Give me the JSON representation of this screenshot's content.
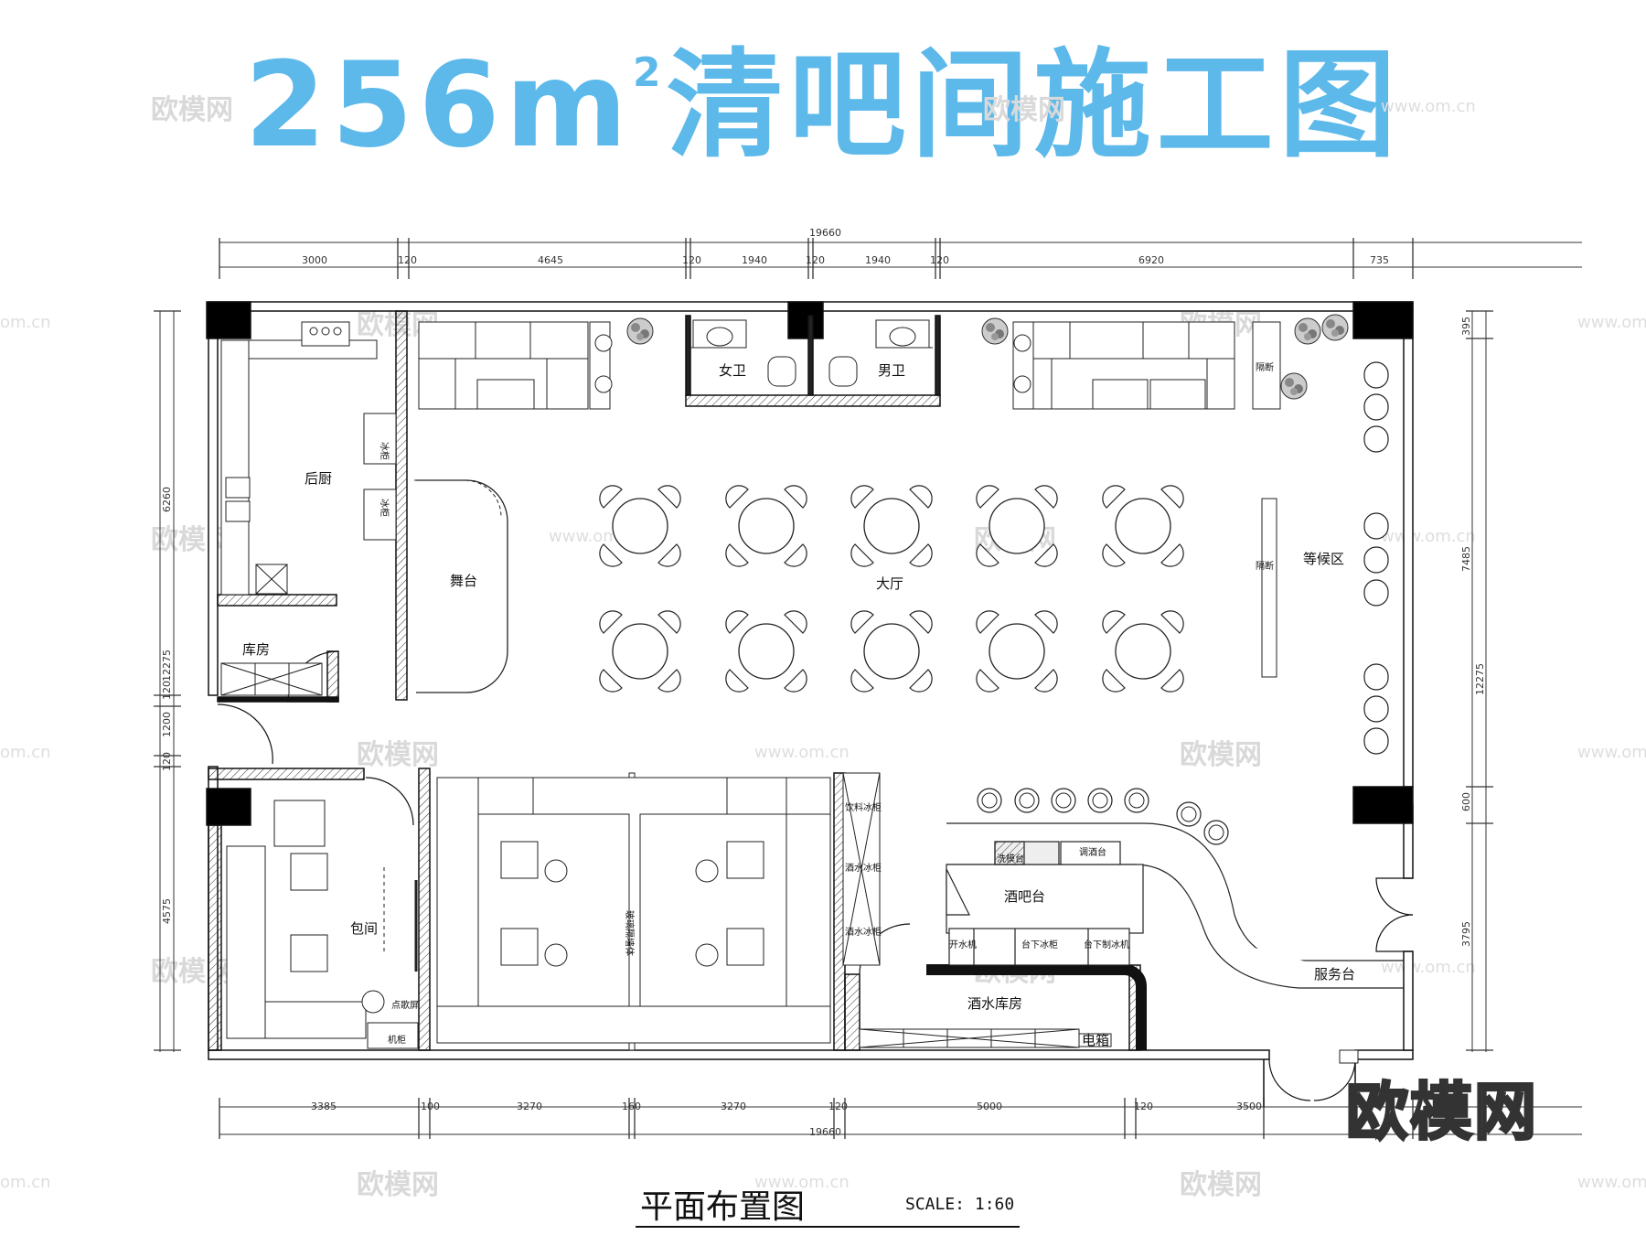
{
  "title": {
    "number": "256m",
    "sup": "2",
    "text": "清吧间施工图"
  },
  "rooms": {
    "kitchen": "后厨",
    "storage": "库房",
    "stage": "舞台",
    "womens": "女卫",
    "mens": "男卫",
    "hall": "大厅",
    "waiting": "等候区",
    "partition_top": "隔断",
    "partition_mid": "隔断",
    "private_room": "包间",
    "karaoke": "点歌屏",
    "cabinet": "机柜",
    "bar": "酒吧台",
    "wine_store": "酒水库房",
    "service": "服务台",
    "power_box": "电箱",
    "cup_wash": "洗模台",
    "wine_mix": "调酒台",
    "kettle": "开水机",
    "undercounter_fridge": "台下冰柜",
    "ice_maker": "台下制冰机",
    "drink_fridge": "饮料冰柜",
    "wine_fridge_1": "酒水冰柜",
    "wine_fridge_2": "酒水冰柜",
    "ice_1": "冰柜",
    "ice_2": "冰柜",
    "glass_partition": "玻璃隔墙体"
  },
  "dims": {
    "top_total": "19660",
    "top": [
      "3000",
      "120",
      "4645",
      "120",
      "1940",
      "120",
      "1940",
      "120",
      "6920",
      "735"
    ],
    "bottom_total": "19660",
    "bottom": [
      "3385",
      "100",
      "3270",
      "160",
      "3270",
      "120",
      "5000",
      "120",
      "3500"
    ],
    "left_total": "12275",
    "left": [
      "6260",
      "120",
      "1200",
      "120",
      "4575"
    ],
    "right_total": "12275",
    "right": [
      "395",
      "7485",
      "600",
      "3795"
    ]
  },
  "footer": {
    "title": "平面布置图",
    "scale": "SCALE: 1:60"
  },
  "watermark": {
    "logo": "欧模网",
    "url": "www.om.cn",
    "url_short": "om.cn"
  },
  "colors": {
    "title": "#5cb9ea",
    "wall": "#000000"
  }
}
